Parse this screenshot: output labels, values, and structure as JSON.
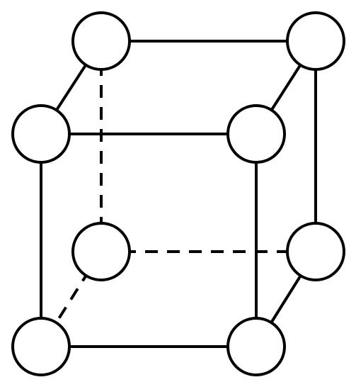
{
  "diagram": {
    "type": "simple-cubic-unit-cell",
    "vertices": [
      {
        "id": "back-top-left"
      },
      {
        "id": "back-top-right"
      },
      {
        "id": "front-top-left"
      },
      {
        "id": "front-top-right"
      },
      {
        "id": "back-bottom-left"
      },
      {
        "id": "back-bottom-right"
      },
      {
        "id": "front-bottom-left"
      },
      {
        "id": "front-bottom-right"
      }
    ],
    "edges": [
      {
        "from": "back-top-left",
        "to": "back-top-right",
        "style": "solid"
      },
      {
        "from": "back-top-left",
        "to": "front-top-left",
        "style": "solid"
      },
      {
        "from": "back-top-right",
        "to": "front-top-right",
        "style": "solid"
      },
      {
        "from": "front-top-left",
        "to": "front-top-right",
        "style": "solid"
      },
      {
        "from": "front-top-left",
        "to": "front-bottom-left",
        "style": "solid"
      },
      {
        "from": "front-top-right",
        "to": "front-bottom-right",
        "style": "solid"
      },
      {
        "from": "back-top-right",
        "to": "back-bottom-right",
        "style": "solid"
      },
      {
        "from": "front-bottom-left",
        "to": "front-bottom-right",
        "style": "solid"
      },
      {
        "from": "back-bottom-right",
        "to": "front-bottom-right",
        "style": "solid"
      },
      {
        "from": "back-top-left",
        "to": "back-bottom-left",
        "style": "dashed"
      },
      {
        "from": "back-bottom-left",
        "to": "back-bottom-right",
        "style": "dashed"
      },
      {
        "from": "back-bottom-left",
        "to": "front-bottom-left",
        "style": "dashed"
      }
    ],
    "colors": {
      "stroke": "#000000",
      "atom_fill": "#ffffff",
      "background": "#ffffff"
    }
  }
}
